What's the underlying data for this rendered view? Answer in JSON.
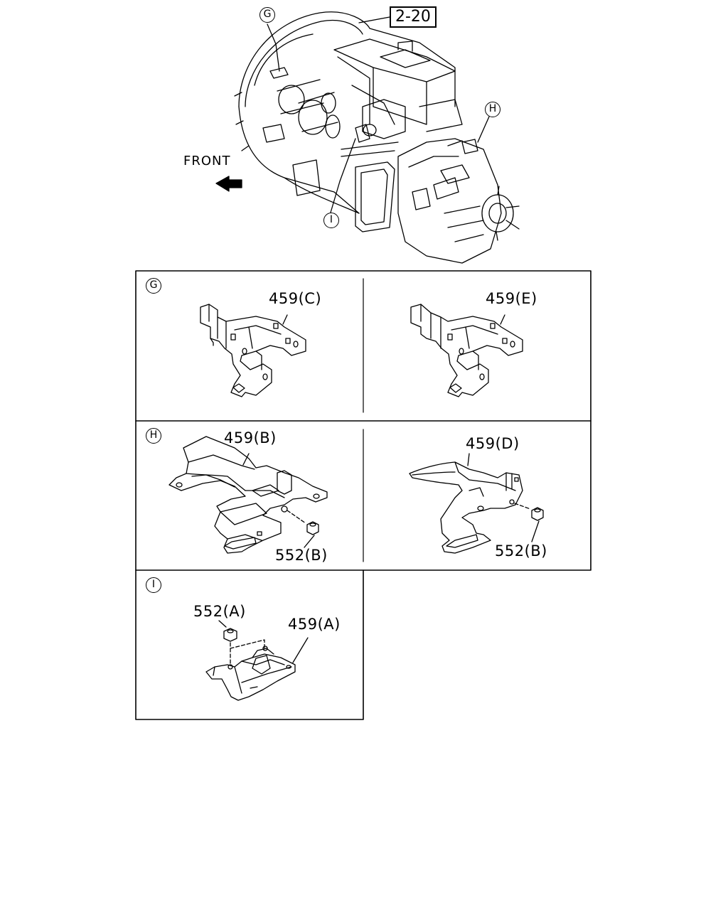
{
  "overview": {
    "ref_label": "2-20",
    "front_label": "FRONT",
    "callouts": {
      "g": "G",
      "h": "H",
      "i": "I"
    }
  },
  "panels": {
    "g": {
      "letter": "G",
      "left_part": "459(C)",
      "right_part": "459(E)"
    },
    "h": {
      "letter": "H",
      "left_part": "459(B)",
      "left_fastener": "552(B)",
      "right_part": "459(D)",
      "right_fastener": "552(B)"
    },
    "i": {
      "letter": "I",
      "fastener": "552(A)",
      "part": "459(A)"
    }
  }
}
